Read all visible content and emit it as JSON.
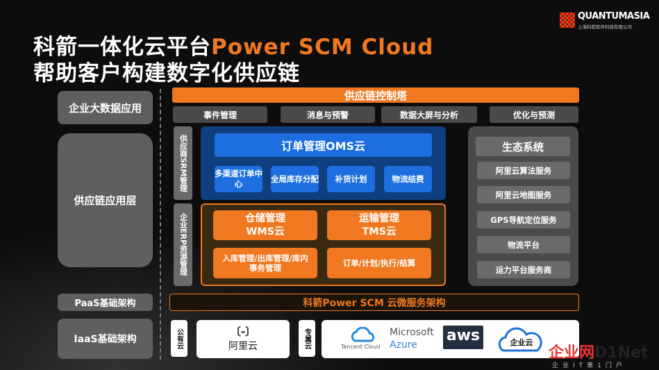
{
  "title": {
    "line1_cn": "科箭一体化云平台",
    "line1_en": "Power SCM Cloud",
    "line2": "帮助客户构建数字化供应链"
  },
  "logo": {
    "name": "QUANTUMASIA",
    "sub": "上海科箭软件科技有限公司"
  },
  "left_layers": {
    "bigdata": "企业大数据应用",
    "app": "供应链应用层",
    "paas": "PaaS基础架构",
    "iaas": "IaaS基础架构"
  },
  "control_tower": {
    "title": "供应链控制塔",
    "tabs": [
      "事件管理",
      "消息与预警",
      "数据大屏与分析",
      "优化与预测"
    ]
  },
  "side_labels": {
    "srm": "供应商SRM管理",
    "erp": "企业ERP资源管理"
  },
  "oms": {
    "title": "订单管理OMS云",
    "items": [
      "多渠道订单中心",
      "全局库存分配",
      "补货计划",
      "物流结费"
    ]
  },
  "wms": {
    "title_line1": "仓储管理",
    "title_line2": "WMS云",
    "detail": "入库管理/出库管理/库内事务管理"
  },
  "tms": {
    "title_line1": "运输管理",
    "title_line2": "TMS云",
    "detail": "订单/计划/执行/结算"
  },
  "eco": {
    "title": "生态系统",
    "items": [
      "阿里云算法服务",
      "阿里云地图服务",
      "GPS导航定位服务",
      "物流平台",
      "运力平台服务商"
    ]
  },
  "paas_bar": "科箭Power SCM 云微服务架构",
  "iaas": {
    "public_tag": "公有云",
    "private_tag": "专属云",
    "aliyun": "阿里云",
    "aliyun_mark": "〔-〕",
    "tencent": "Tencent Cloud",
    "ms1": "Microsoft",
    "ms2": "Azure",
    "aws": "aws",
    "qiye": "企业云"
  },
  "watermark": {
    "brand_a": "企业网",
    "brand_b": "D1Net",
    "sub": "企业IT第1门户"
  },
  "colors": {
    "orange": "#f07820",
    "blue": "#1d6fe0",
    "navy": "#0f3f7e",
    "gray": "#5f5f5f"
  }
}
